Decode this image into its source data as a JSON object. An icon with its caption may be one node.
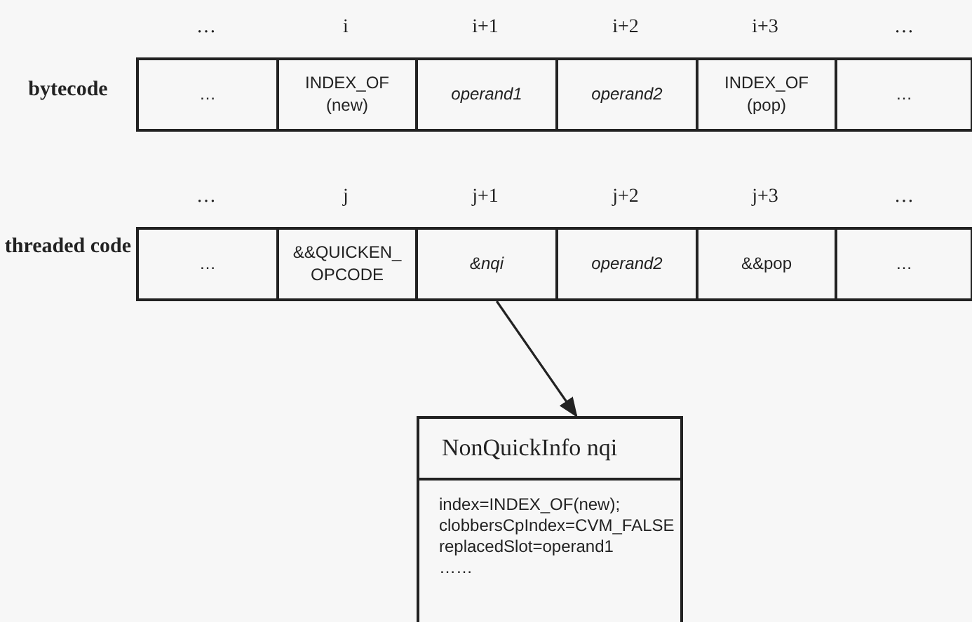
{
  "diagram": {
    "nodes": [
      {
        "text": [
          "…"
        ]
      },
      {
        "text": [
          "INDEX_OF (new)"
        ]
      },
      {
        "text": [
          "operand1"
        ]
      },
      {
        "text": [
          "operand2"
        ]
      },
      {
        "text": [
          "INDEX_OF (pop)"
        ]
      },
      {
        "text": [
          "…"
        ]
      },
      {
        "text": [
          "…"
        ]
      },
      {
        "text": [
          "&&QUICKEN_ OPCODE"
        ]
      },
      {
        "text": [
          "&nqi"
        ]
      },
      {
        "text": [
          "operand2"
        ]
      },
      {
        "text": [
          "&&pop"
        ]
      },
      {
        "text": [
          "…"
        ]
      },
      {
        "text": [
          "NonQuickInfo nqi",
          "index=INDEX_OF(new);",
          "clobbersCpIndex=CVM_FALSE",
          "replacedSlot=operand1",
          "……"
        ]
      }
    ],
    "edges": [
      {
        "from": 8,
        "to": 12,
        "arrow": "to"
      }
    ],
    "labels": [
      "…",
      "i",
      "i+1",
      "i+2",
      "i+3",
      "…",
      "bytecode",
      "…",
      "j",
      "j+1",
      "j+2",
      "j+3",
      "…",
      "threaded code"
    ]
  }
}
